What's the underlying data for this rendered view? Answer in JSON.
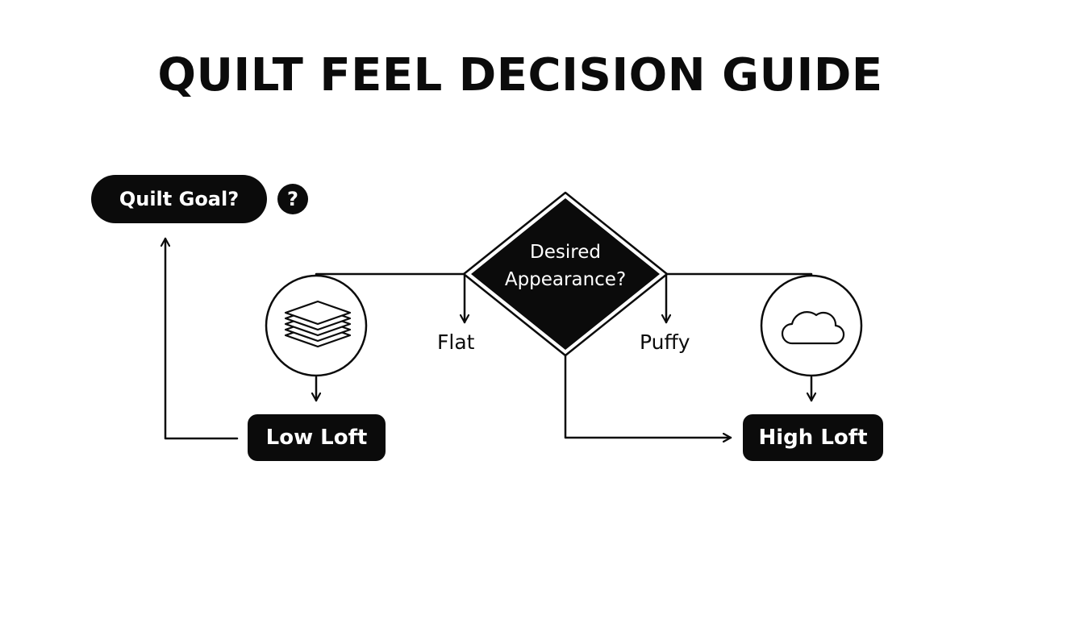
{
  "title": "QUILT FEEL DECISION GUIDE",
  "nodes": {
    "start": {
      "label": "Quilt Goal?"
    },
    "help_badge": {
      "label": "?"
    },
    "decision": {
      "line1": "Desired",
      "line2": "Appearance?"
    },
    "low_loft": {
      "label": "Low Loft"
    },
    "high_loft": {
      "label": "High Loft"
    }
  },
  "branches": {
    "flat": "Flat",
    "puffy": "Puffy"
  },
  "icons": {
    "left_circle": "stacked-layers-icon",
    "right_circle": "cloud-icon"
  },
  "colors": {
    "ink": "#0b0b0b",
    "background": "#ffffff"
  }
}
